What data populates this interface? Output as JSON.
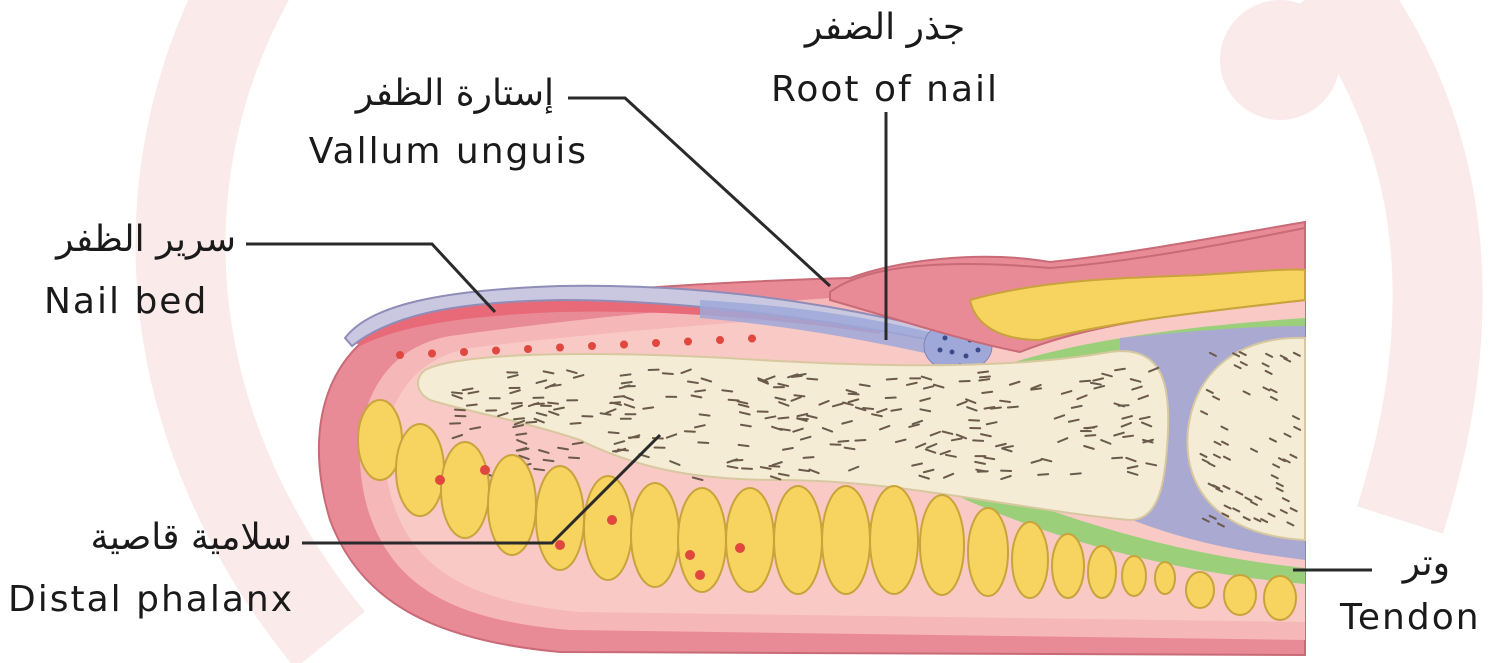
{
  "labels": {
    "root_of_nail": {
      "ar": "جذر الضفر",
      "en": "Root of nail"
    },
    "vallum_unguis": {
      "ar": "إستارة الظفر",
      "en": "Vallum unguis"
    },
    "nail_bed": {
      "ar": "سرير الظفر",
      "en": "Nail bed"
    },
    "distal_phalanx": {
      "ar": "سلامية قاصية",
      "en": "Distal phalanx"
    },
    "tendon": {
      "ar": "وتر",
      "en": "Tendon"
    }
  },
  "colors": {
    "background": "#ffffff",
    "watermark": "#fbeaea",
    "skin_outer": "#e98a97",
    "skin_inner": "#f6b7b9",
    "dermis": "#f8c9c5",
    "fat": "#f7d35f",
    "fat_stroke": "#c9a33b",
    "bone": "#f5ecd6",
    "bone_speckle": "#6b5a4a",
    "nail_plate": "#b9b8d6",
    "nail_matrix": "#9fa8d8",
    "tendon": "#9bcf7a",
    "vessel_dot": "#e0473f",
    "leader_line": "#2a2a2a"
  }
}
